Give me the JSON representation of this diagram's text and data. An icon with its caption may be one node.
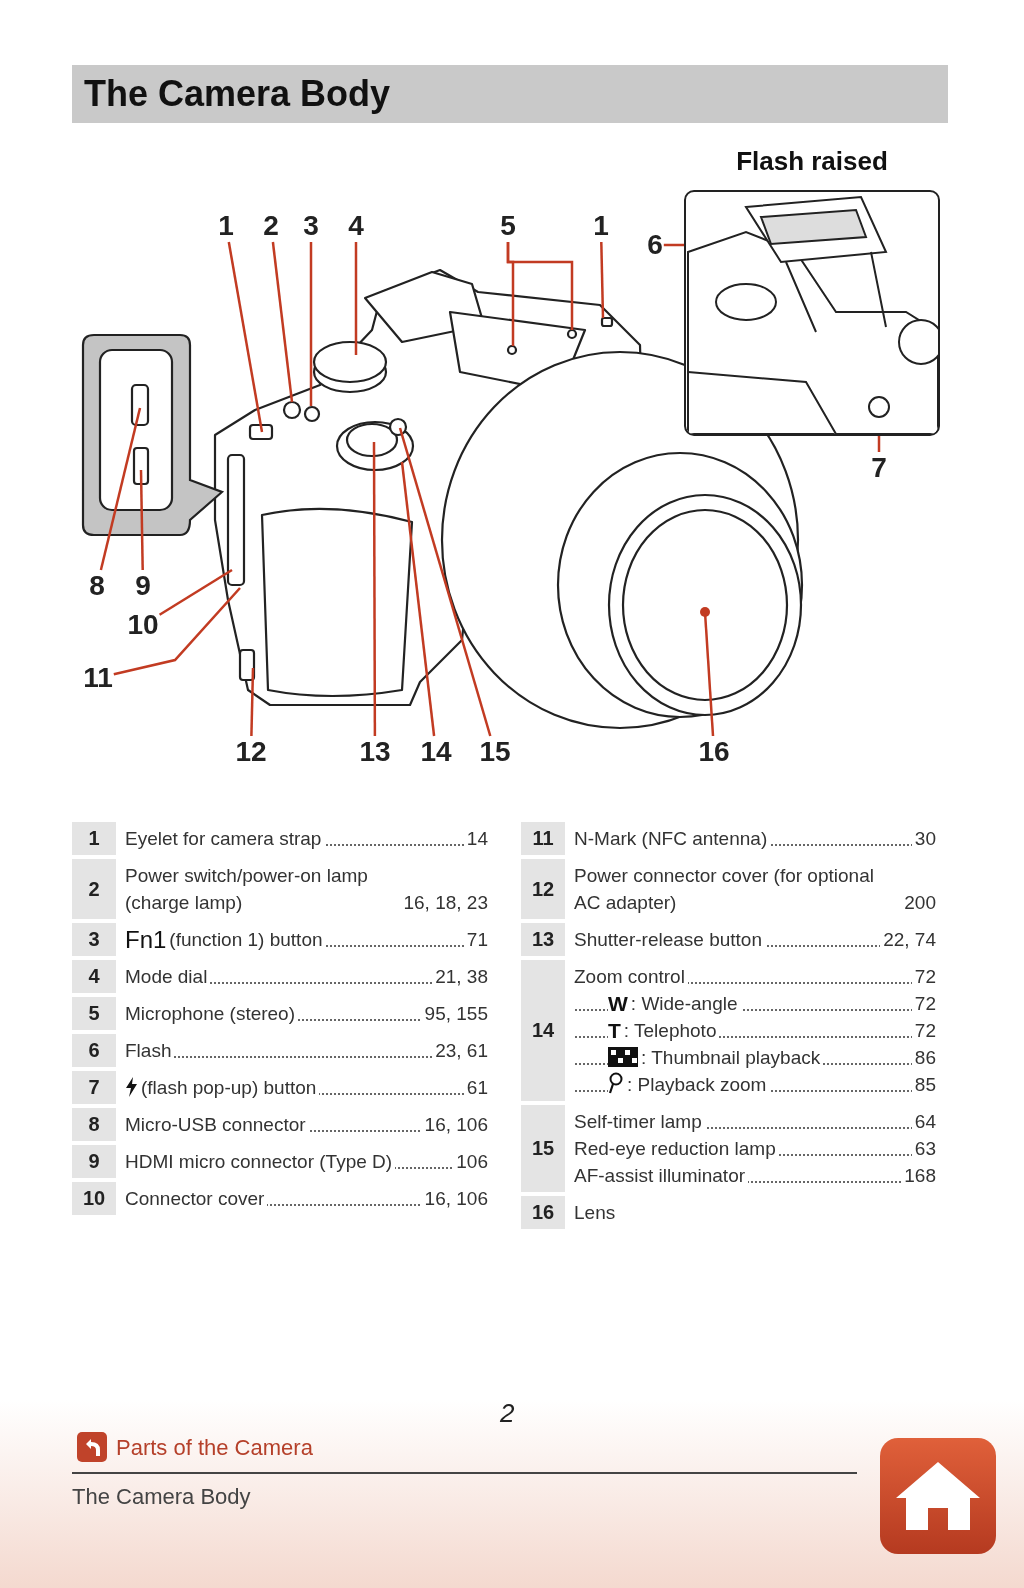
{
  "diagram": {
    "title": "The Camera Body",
    "nodes": [
      {
        "text": [
          "1"
        ]
      },
      {
        "text": [
          "2"
        ]
      },
      {
        "text": [
          "3"
        ]
      },
      {
        "text": [
          "4"
        ]
      },
      {
        "text": [
          "5"
        ]
      },
      {
        "text": [
          "1"
        ]
      },
      {
        "text": [
          "Flash raised"
        ]
      },
      {
        "text": [
          "6"
        ]
      },
      {
        "text": [
          "7"
        ]
      },
      {
        "text": [
          "8"
        ]
      },
      {
        "text": [
          "9"
        ]
      },
      {
        "text": [
          "10"
        ]
      },
      {
        "text": [
          "11"
        ]
      },
      {
        "text": [
          "12"
        ]
      },
      {
        "text": [
          "13"
        ]
      },
      {
        "text": [
          "14"
        ]
      },
      {
        "text": [
          "15"
        ]
      },
      {
        "text": [
          "16"
        ]
      }
    ],
    "edges": [
      {
        "from": 0,
        "to": null,
        "arrow": "none"
      },
      {
        "from": 1,
        "to": null,
        "arrow": "none"
      },
      {
        "from": 2,
        "to": null,
        "arrow": "none"
      },
      {
        "from": 3,
        "to": null,
        "arrow": "none"
      },
      {
        "from": 4,
        "to": null,
        "arrow": "none"
      },
      {
        "from": 4,
        "to": null,
        "arrow": "none"
      },
      {
        "from": 5,
        "to": null,
        "arrow": "none"
      },
      {
        "from": 7,
        "to": 6,
        "arrow": "none"
      },
      {
        "from": 8,
        "to": 6,
        "arrow": "none"
      },
      {
        "from": 9,
        "to": null,
        "arrow": "none"
      },
      {
        "from": 10,
        "to": null,
        "arrow": "none"
      },
      {
        "from": 11,
        "to": null,
        "arrow": "none"
      },
      {
        "from": 12,
        "to": null,
        "arrow": "none"
      },
      {
        "from": 13,
        "to": null,
        "arrow": "none"
      },
      {
        "from": 14,
        "to": null,
        "arrow": "none"
      },
      {
        "from": 15,
        "to": null,
        "arrow": "none"
      },
      {
        "from": 16,
        "to": null,
        "arrow": "none"
      },
      {
        "from": 17,
        "to": null,
        "arrow": "other"
      }
    ],
    "labels": [
      "1",
      "Eyelet for camera strap",
      "14",
      "2",
      "Power switch/power-on lamp (charge lamp)",
      "16, 18, 23",
      "3",
      "Fn1",
      "(function 1) button",
      "71",
      "4",
      "Mode dial",
      "21, 38",
      "5",
      "Microphone (stereo)",
      "95, 155",
      "6",
      "Flash",
      "23, 61",
      "7",
      "(flash pop-up) button",
      "61",
      "8",
      "Micro-USB connector",
      "16, 106",
      "9",
      "HDMI micro connector (Type D)",
      "106",
      "10",
      "Connector cover",
      "16, 106",
      "11",
      "N-Mark (NFC antenna)",
      "30",
      "12",
      "Power connector cover (for optional AC adapter)",
      "200",
      "13",
      "Shutter-release button",
      "22, 74",
      "14",
      "Zoom control",
      "72",
      "W",
      ": Wide-angle",
      "72",
      "T",
      ": Telephoto",
      "72",
      ": Thumbnail playback",
      "86",
      ": Playback zoom",
      "85",
      "15",
      "Self-timer lamp",
      "64",
      "Red-eye reduction lamp",
      "63",
      "AF-assist illuminator",
      "168",
      "16",
      "Lens",
      "2",
      "Parts of the Camera",
      "The Camera Body"
    ]
  }
}
